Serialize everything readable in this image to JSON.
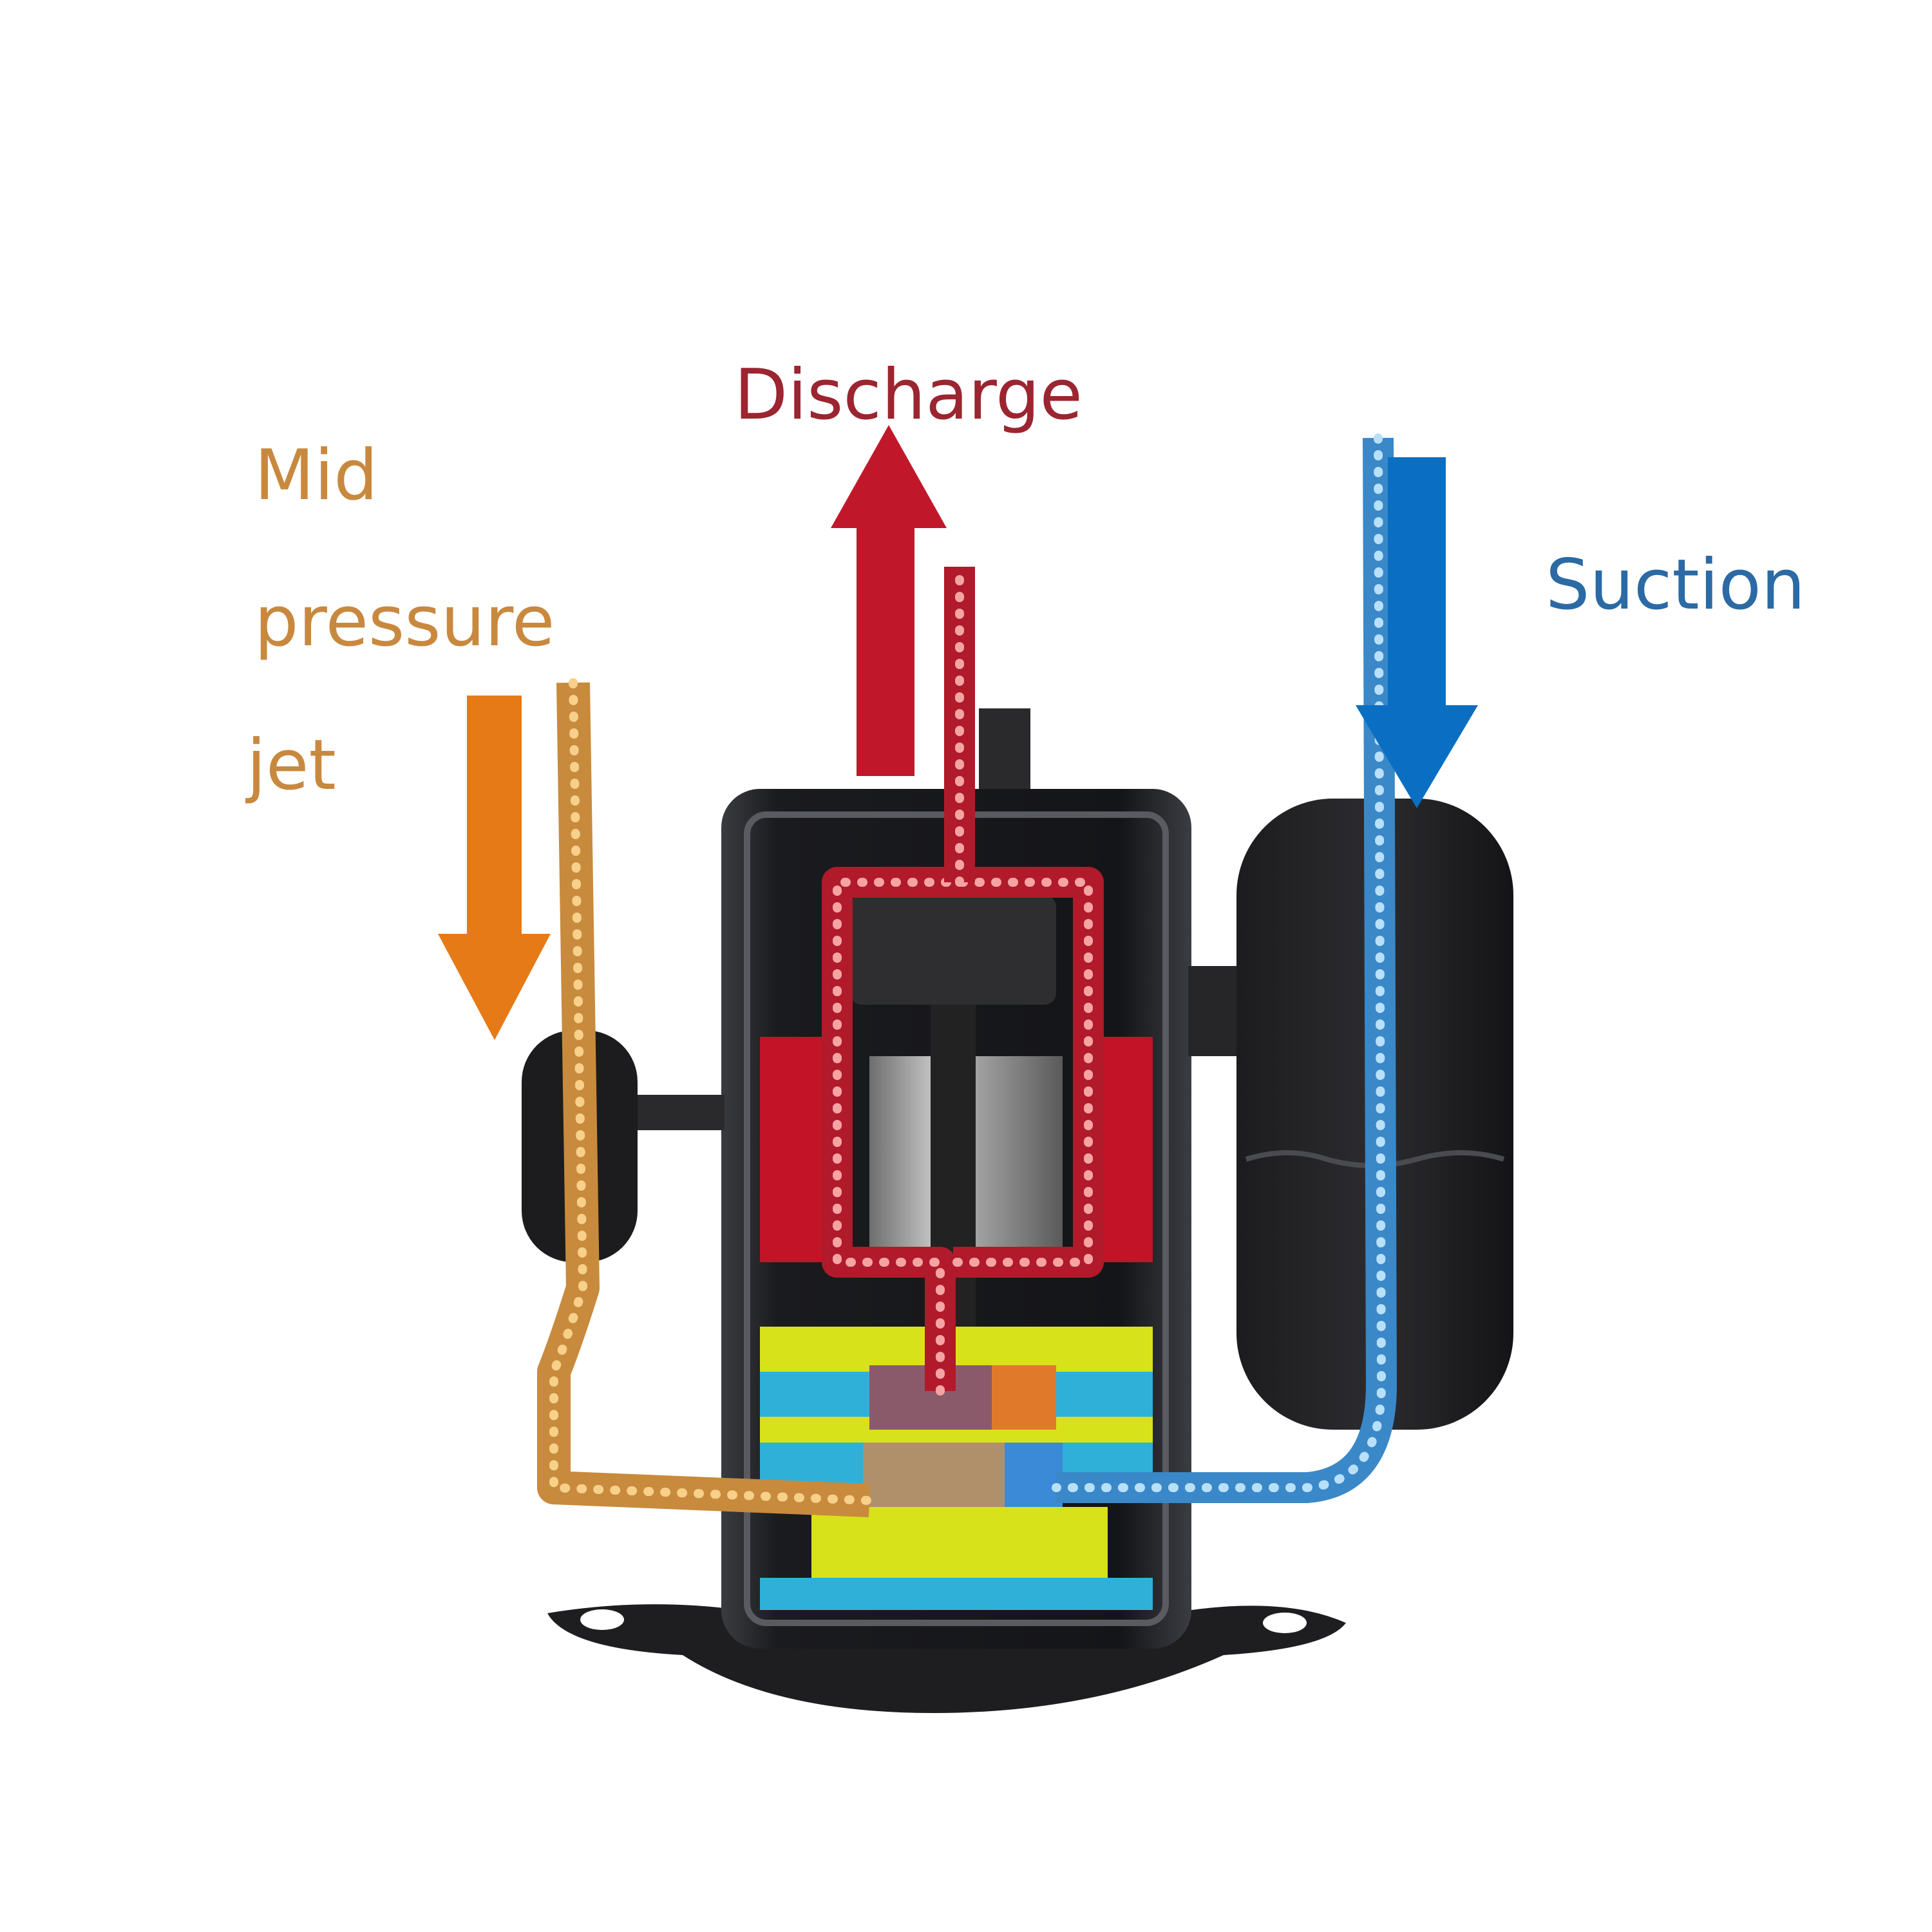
{
  "labels": {
    "discharge": "Discharge",
    "suction": "Suction",
    "mid_pressure_jet": [
      "Mid",
      "pressure",
      "jet"
    ]
  },
  "colors": {
    "discharge": "#c0182a",
    "discharge_text": "#9b2530",
    "suction": "#0a6fc2",
    "suction_text": "#2b6aa4",
    "mid_pressure": "#e67a17",
    "mid_pressure_text": "#c8893f",
    "shell": "#1c1c1e",
    "discharge_dots": "#f08a8a",
    "suction_dots": "#a6d6f5",
    "mid_dots": "#f7d08a"
  },
  "icons": {
    "discharge_arrow": "arrow-up-icon",
    "suction_arrow": "arrow-down-icon",
    "mid_pressure_arrow": "arrow-down-icon"
  }
}
